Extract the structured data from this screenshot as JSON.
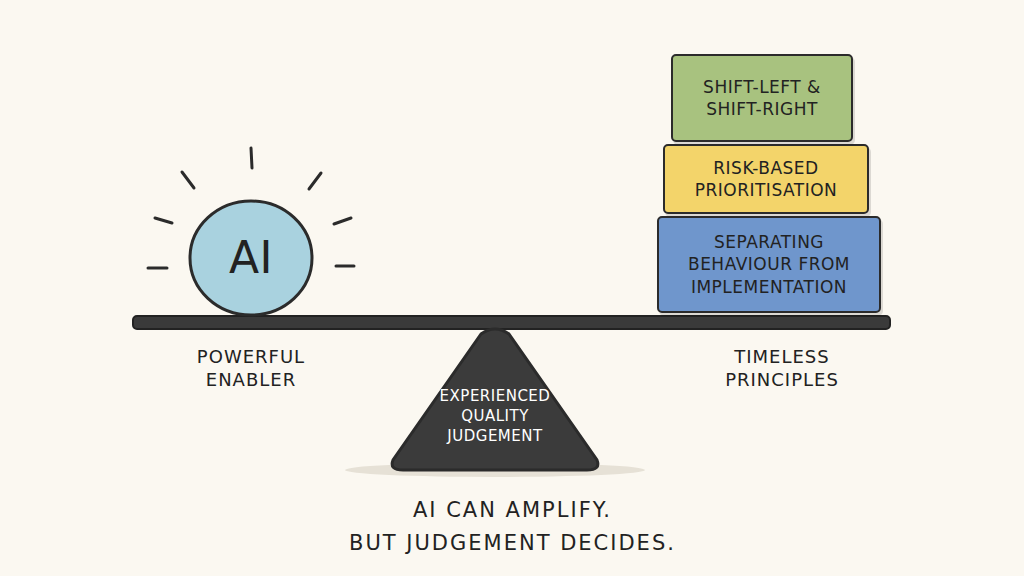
{
  "diagram": {
    "caption": "AI CAN AMPLIFY. BUT JUDGEMENT DECIDES.",
    "nodes": [
      {
        "text": [
          "AI"
        ]
      },
      {
        "text": [
          "SHIFT-LEFT & SHIFT-RIGHT"
        ]
      },
      {
        "text": [
          "RISK-BASED PRIORITISATION"
        ]
      },
      {
        "text": [
          "SEPARATING BEHAVIOUR FROM IMPLEMENTATION"
        ]
      },
      {
        "text": [
          "EXPERIENCED QUALITY JUDGEMENT"
        ]
      }
    ],
    "labels": [
      "POWERFUL ENABLER",
      "TIMELESS PRINCIPLES"
    ]
  }
}
